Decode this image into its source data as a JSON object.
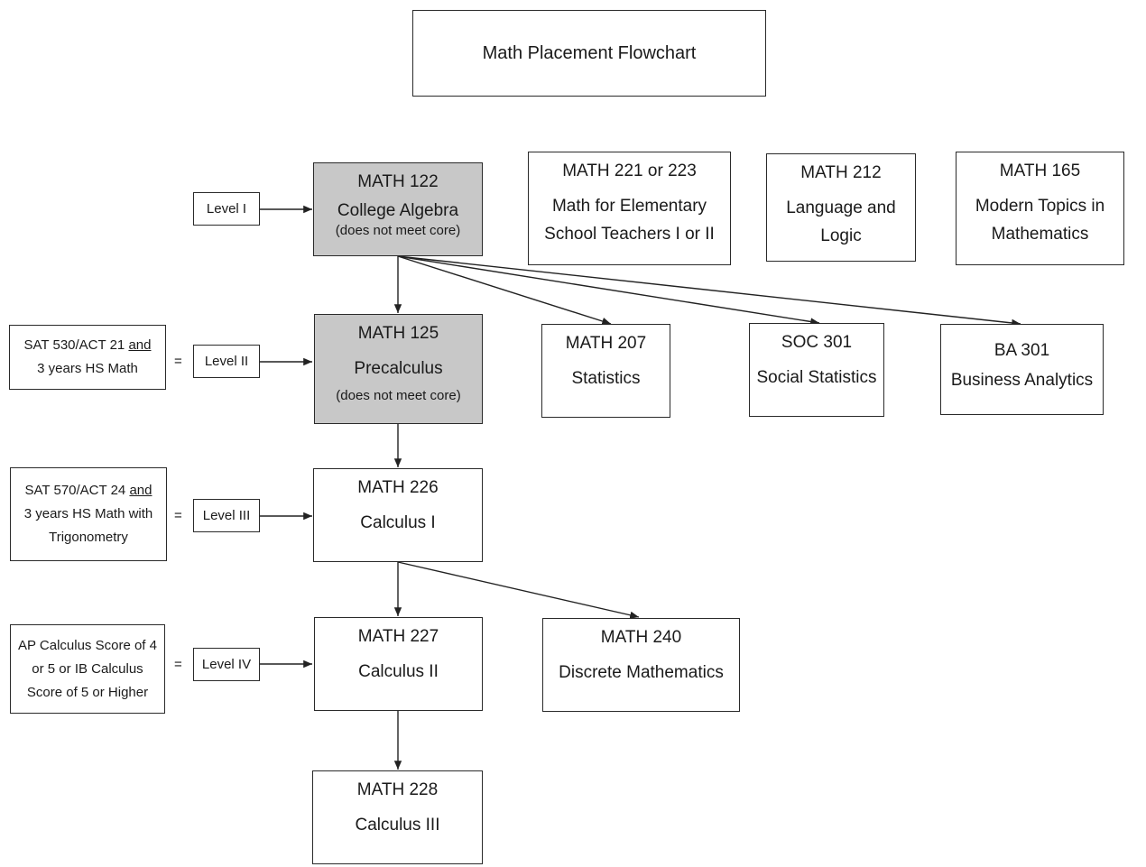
{
  "title": "Math Placement Flowchart",
  "levels": [
    {
      "id": "level1",
      "label": "Level I"
    },
    {
      "id": "level2",
      "label": "Level II"
    },
    {
      "id": "level3",
      "label": "Level III"
    },
    {
      "id": "level4",
      "label": "Level IV"
    }
  ],
  "criteria": [
    {
      "level": "Level II",
      "pre": "SAT 530/ACT 21 ",
      "emph": "and",
      "post": "3 years HS Math"
    },
    {
      "level": "Level III",
      "pre": "SAT 570/ACT 24 ",
      "emph": "and",
      "post": "3 years HS Math with Trigonometry"
    },
    {
      "level": "Level IV",
      "pre": "AP Calculus Score of 4 or 5 or IB Calculus Score of  5 or Higher",
      "emph": "",
      "post": ""
    }
  ],
  "equals_sign": "=",
  "courses": {
    "math122": {
      "code": "MATH 122",
      "name": "College Algebra",
      "note": "(does not meet core)",
      "highlight": true
    },
    "math125": {
      "code": "MATH 125",
      "name": "Precalculus",
      "note": "(does not meet core)",
      "highlight": true
    },
    "math226": {
      "code": "MATH 226",
      "name": "Calculus I"
    },
    "math227": {
      "code": "MATH 227",
      "name": "Calculus II"
    },
    "math228": {
      "code": "MATH 228",
      "name": "Calculus III"
    },
    "math240": {
      "code": "MATH 240",
      "name": "Discrete Mathematics"
    },
    "math207": {
      "code": "MATH 207",
      "name": "Statistics"
    },
    "soc301": {
      "code": "SOC 301",
      "name": "Social Statistics"
    },
    "ba301": {
      "code": "BA 301",
      "name": "Business Analytics"
    },
    "math221": {
      "code": "MATH 221 or 223",
      "name": "Math for Elementary School Teachers I or II"
    },
    "math212": {
      "code": "MATH 212",
      "name": "Language and Logic"
    },
    "math165": {
      "code": "MATH 165",
      "name": "Modern Topics in Mathematics"
    }
  },
  "edges": [
    {
      "from": "Level I",
      "to": "MATH 122"
    },
    {
      "from": "Level II",
      "to": "MATH 125"
    },
    {
      "from": "Level III",
      "to": "MATH 226"
    },
    {
      "from": "Level IV",
      "to": "MATH 227"
    },
    {
      "from": "MATH 122",
      "to": "MATH 125"
    },
    {
      "from": "MATH 122",
      "to": "MATH 207"
    },
    {
      "from": "MATH 122",
      "to": "SOC 301"
    },
    {
      "from": "MATH 122",
      "to": "BA 301"
    },
    {
      "from": "MATH 125",
      "to": "MATH 226"
    },
    {
      "from": "MATH 226",
      "to": "MATH 227"
    },
    {
      "from": "MATH 226",
      "to": "MATH 240"
    },
    {
      "from": "MATH 227",
      "to": "MATH 228"
    }
  ]
}
